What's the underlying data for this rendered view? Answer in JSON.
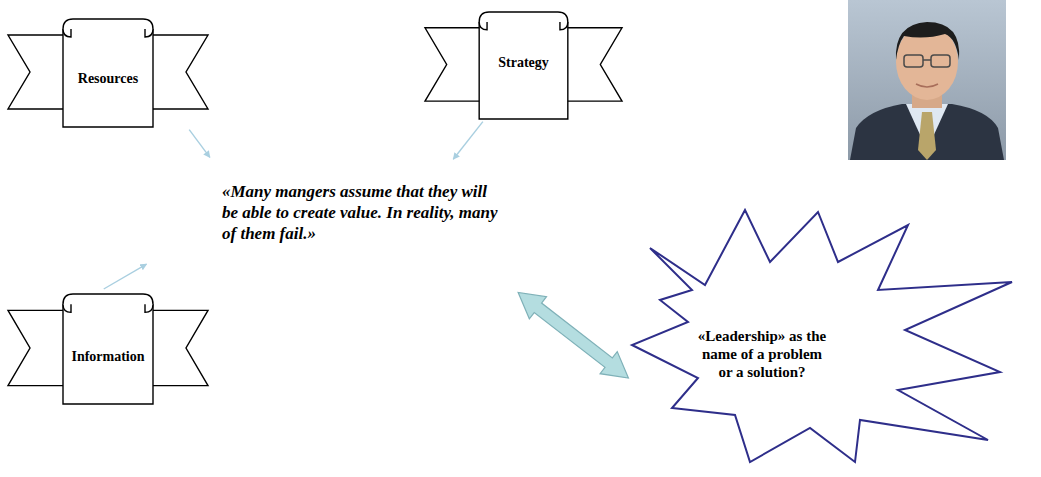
{
  "diagram": {
    "nodes": [
      {
        "text": [
          "Resources"
        ]
      },
      {
        "text": [
          "Strategy"
        ]
      },
      {
        "text": [
          "«Many mangers assume that they will be able to create value. In reality, many of them fail.»"
        ]
      },
      {
        "text": [
          "Information"
        ]
      },
      {
        "text": [
          "«Leadership» as the name of a problem or a solution?"
        ]
      }
    ],
    "edges": [
      {
        "from": 0,
        "to": 2,
        "arrow": "to"
      },
      {
        "from": 1,
        "to": 2,
        "arrow": "to"
      },
      {
        "from": 3,
        "to": 2,
        "arrow": "to"
      },
      {
        "from": 2,
        "to": 4,
        "arrow": "both"
      }
    ]
  }
}
